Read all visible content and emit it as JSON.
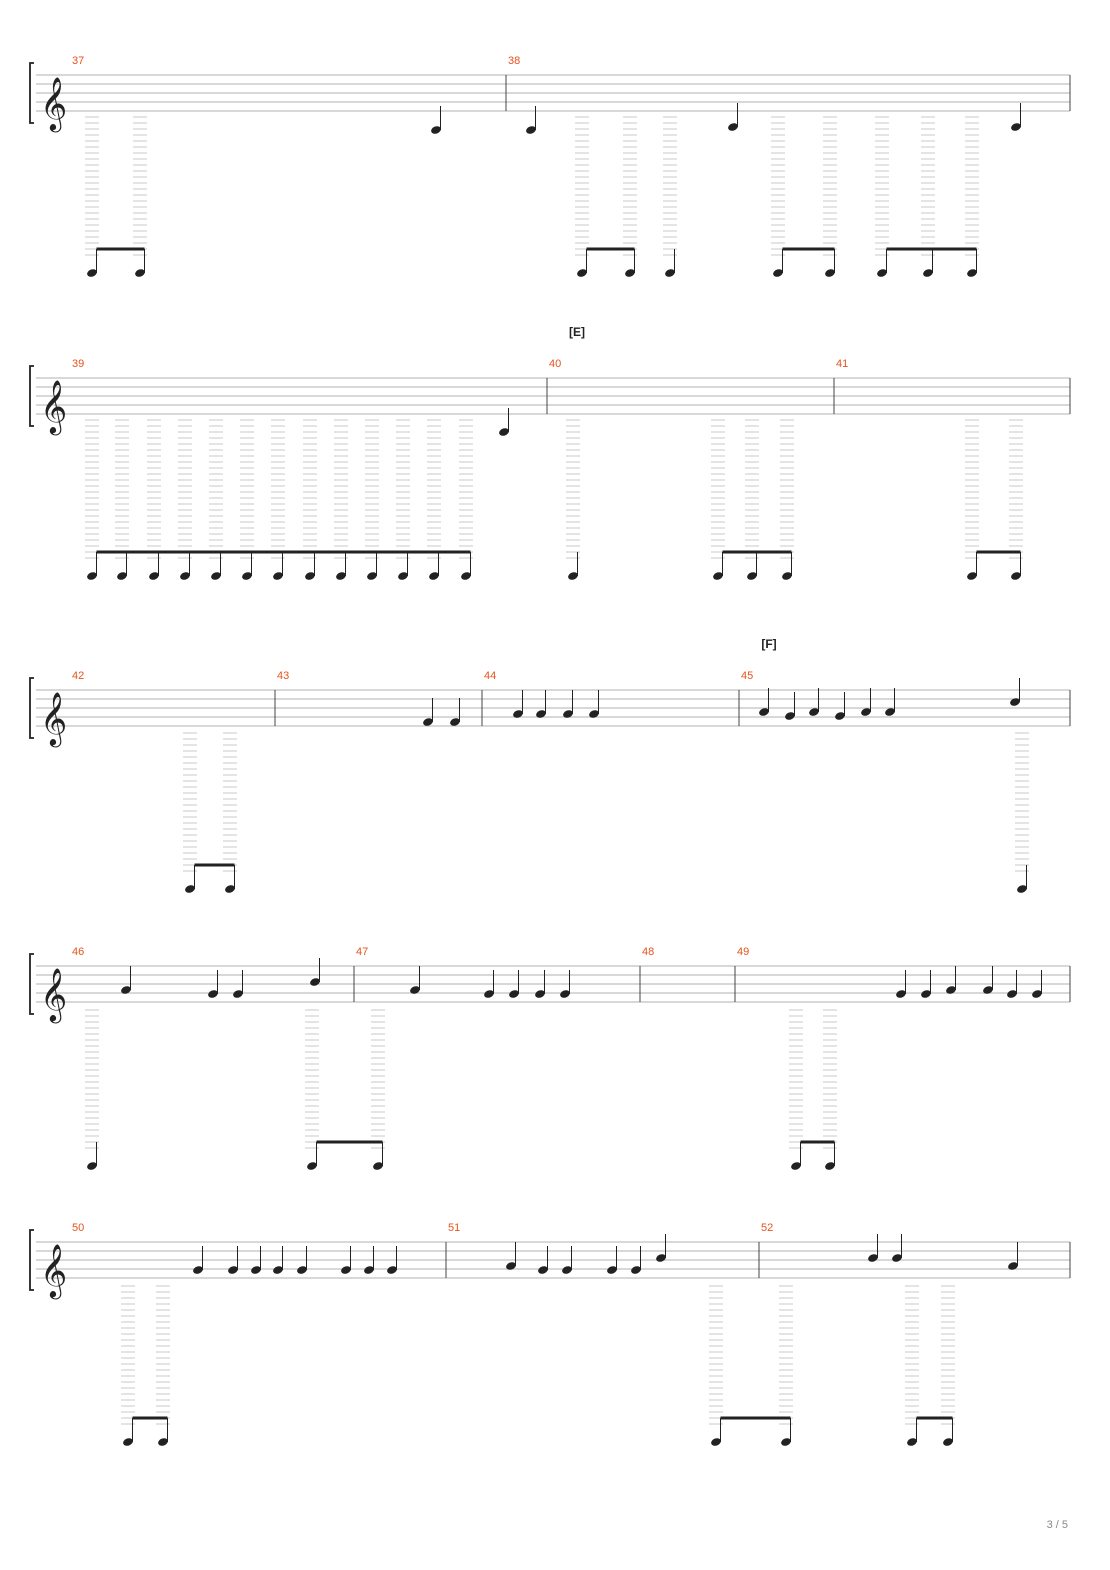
{
  "page_number": "3 / 5",
  "systems": [
    {
      "measures": [
        {
          "number": "37"
        },
        {
          "number": "38"
        }
      ]
    },
    {
      "section": "[E]",
      "measures": [
        {
          "number": "39"
        },
        {
          "number": "40"
        },
        {
          "number": "41"
        }
      ]
    },
    {
      "section": "[F]",
      "measures": [
        {
          "number": "42"
        },
        {
          "number": "43"
        },
        {
          "number": "44"
        },
        {
          "number": "45"
        }
      ]
    },
    {
      "measures": [
        {
          "number": "46"
        },
        {
          "number": "47"
        },
        {
          "number": "48"
        },
        {
          "number": "49"
        }
      ]
    },
    {
      "measures": [
        {
          "number": "50"
        },
        {
          "number": "51"
        },
        {
          "number": "52"
        }
      ]
    }
  ]
}
